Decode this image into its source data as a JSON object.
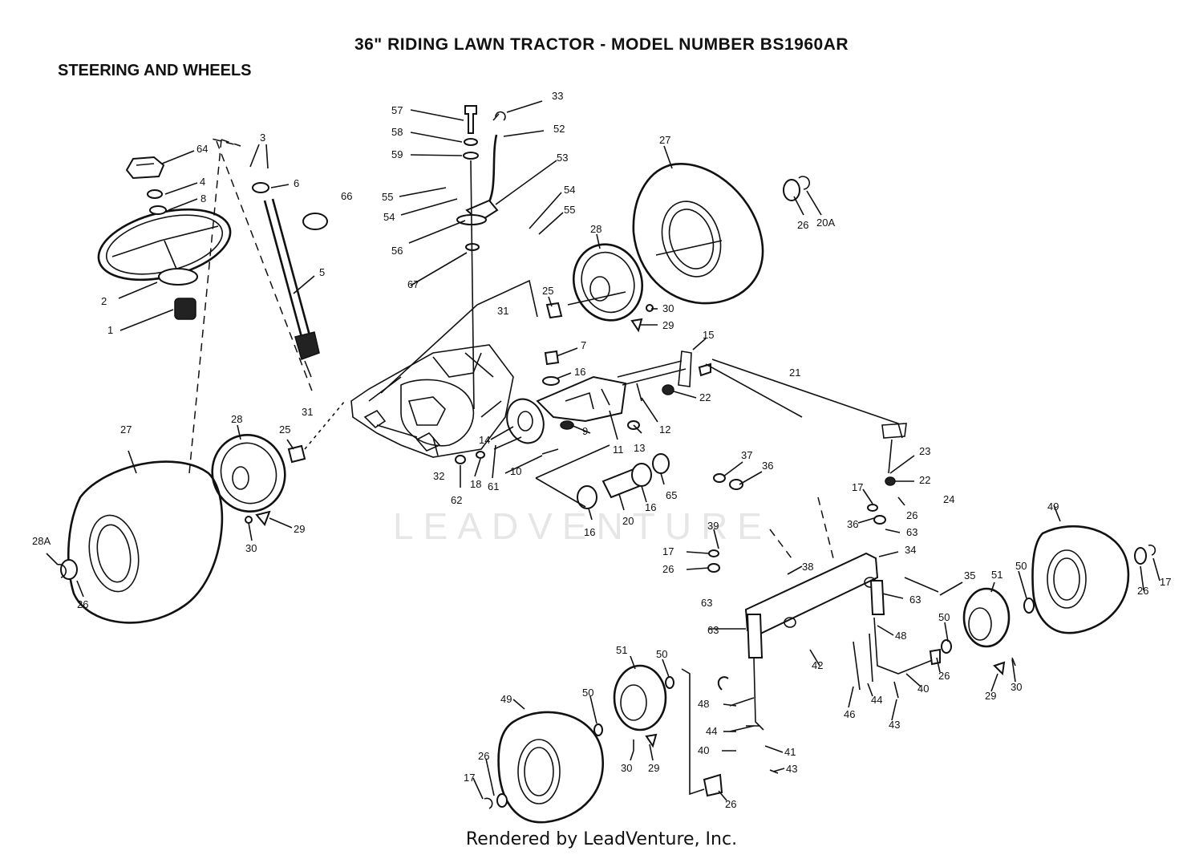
{
  "header": {
    "title": "36\" RIDING LAWN TRACTOR - MODEL NUMBER BS1960AR",
    "section": "STEERING AND WHEELS"
  },
  "watermark": "LEADVENTURE",
  "footer": "Rendered by LeadVenture, Inc.",
  "callouts": [
    {
      "id": "64",
      "text": "64"
    },
    {
      "id": "3",
      "text": "3"
    },
    {
      "id": "4",
      "text": "4"
    },
    {
      "id": "6",
      "text": "6"
    },
    {
      "id": "8",
      "text": "8"
    },
    {
      "id": "66",
      "text": "66"
    },
    {
      "id": "2",
      "text": "2"
    },
    {
      "id": "5",
      "text": "5"
    },
    {
      "id": "1",
      "text": "1"
    },
    {
      "id": "57",
      "text": "57"
    },
    {
      "id": "33",
      "text": "33"
    },
    {
      "id": "58",
      "text": "58"
    },
    {
      "id": "52",
      "text": "52"
    },
    {
      "id": "59",
      "text": "59"
    },
    {
      "id": "53",
      "text": "53"
    },
    {
      "id": "55a",
      "text": "55"
    },
    {
      "id": "54a",
      "text": "54"
    },
    {
      "id": "54b",
      "text": "54"
    },
    {
      "id": "55b",
      "text": "55"
    },
    {
      "id": "56",
      "text": "56"
    },
    {
      "id": "67",
      "text": "67"
    },
    {
      "id": "27a",
      "text": "27"
    },
    {
      "id": "26a",
      "text": "26"
    },
    {
      "id": "20A",
      "text": "20A"
    },
    {
      "id": "28a",
      "text": "28"
    },
    {
      "id": "25a",
      "text": "25"
    },
    {
      "id": "30a",
      "text": "30"
    },
    {
      "id": "29a",
      "text": "29"
    },
    {
      "id": "31a",
      "text": "31"
    },
    {
      "id": "7",
      "text": "7"
    },
    {
      "id": "16a",
      "text": "16"
    },
    {
      "id": "15",
      "text": "15"
    },
    {
      "id": "21",
      "text": "21"
    },
    {
      "id": "22a",
      "text": "22"
    },
    {
      "id": "12",
      "text": "12"
    },
    {
      "id": "13",
      "text": "13"
    },
    {
      "id": "9",
      "text": "9"
    },
    {
      "id": "11",
      "text": "11"
    },
    {
      "id": "14",
      "text": "14"
    },
    {
      "id": "31b",
      "text": "31"
    },
    {
      "id": "27b",
      "text": "27"
    },
    {
      "id": "28b",
      "text": "28"
    },
    {
      "id": "25b",
      "text": "25"
    },
    {
      "id": "32",
      "text": "32"
    },
    {
      "id": "62",
      "text": "62"
    },
    {
      "id": "18",
      "text": "18"
    },
    {
      "id": "61",
      "text": "61"
    },
    {
      "id": "10",
      "text": "10"
    },
    {
      "id": "16b",
      "text": "16"
    },
    {
      "id": "65",
      "text": "65"
    },
    {
      "id": "16c",
      "text": "16"
    },
    {
      "id": "20",
      "text": "20"
    },
    {
      "id": "29b",
      "text": "29"
    },
    {
      "id": "30b",
      "text": "30"
    },
    {
      "id": "28A",
      "text": "28A"
    },
    {
      "id": "26b",
      "text": "26"
    },
    {
      "id": "37",
      "text": "37"
    },
    {
      "id": "36a",
      "text": "36"
    },
    {
      "id": "23",
      "text": "23"
    },
    {
      "id": "22b",
      "text": "22"
    },
    {
      "id": "17a",
      "text": "17"
    },
    {
      "id": "24",
      "text": "24"
    },
    {
      "id": "26c",
      "text": "26"
    },
    {
      "id": "36b",
      "text": "36"
    },
    {
      "id": "63a",
      "text": "63"
    },
    {
      "id": "39",
      "text": "39"
    },
    {
      "id": "17b",
      "text": "17"
    },
    {
      "id": "34",
      "text": "34"
    },
    {
      "id": "38",
      "text": "38"
    },
    {
      "id": "26d",
      "text": "26"
    },
    {
      "id": "63b",
      "text": "63"
    },
    {
      "id": "63c",
      "text": "63"
    },
    {
      "id": "49a",
      "text": "49"
    },
    {
      "id": "51a",
      "text": "51"
    },
    {
      "id": "50a",
      "text": "50"
    },
    {
      "id": "35",
      "text": "35"
    },
    {
      "id": "26e",
      "text": "26"
    },
    {
      "id": "17c",
      "text": "17"
    },
    {
      "id": "48a",
      "text": "48"
    },
    {
      "id": "63d",
      "text": "63"
    },
    {
      "id": "42",
      "text": "42"
    },
    {
      "id": "50b",
      "text": "50"
    },
    {
      "id": "26f",
      "text": "26"
    },
    {
      "id": "40a",
      "text": "40"
    },
    {
      "id": "46",
      "text": "46"
    },
    {
      "id": "44a",
      "text": "44"
    },
    {
      "id": "43a",
      "text": "43"
    },
    {
      "id": "29c",
      "text": "29"
    },
    {
      "id": "30c",
      "text": "30"
    },
    {
      "id": "51b",
      "text": "51"
    },
    {
      "id": "50c",
      "text": "50"
    },
    {
      "id": "49b",
      "text": "49"
    },
    {
      "id": "50d",
      "text": "50"
    },
    {
      "id": "48b",
      "text": "48"
    },
    {
      "id": "44b",
      "text": "44"
    },
    {
      "id": "40b",
      "text": "40"
    },
    {
      "id": "41",
      "text": "41"
    },
    {
      "id": "43b",
      "text": "43"
    },
    {
      "id": "26g",
      "text": "26"
    },
    {
      "id": "17d",
      "text": "17"
    },
    {
      "id": "30d",
      "text": "30"
    },
    {
      "id": "29d",
      "text": "29"
    },
    {
      "id": "26h",
      "text": "26"
    }
  ]
}
